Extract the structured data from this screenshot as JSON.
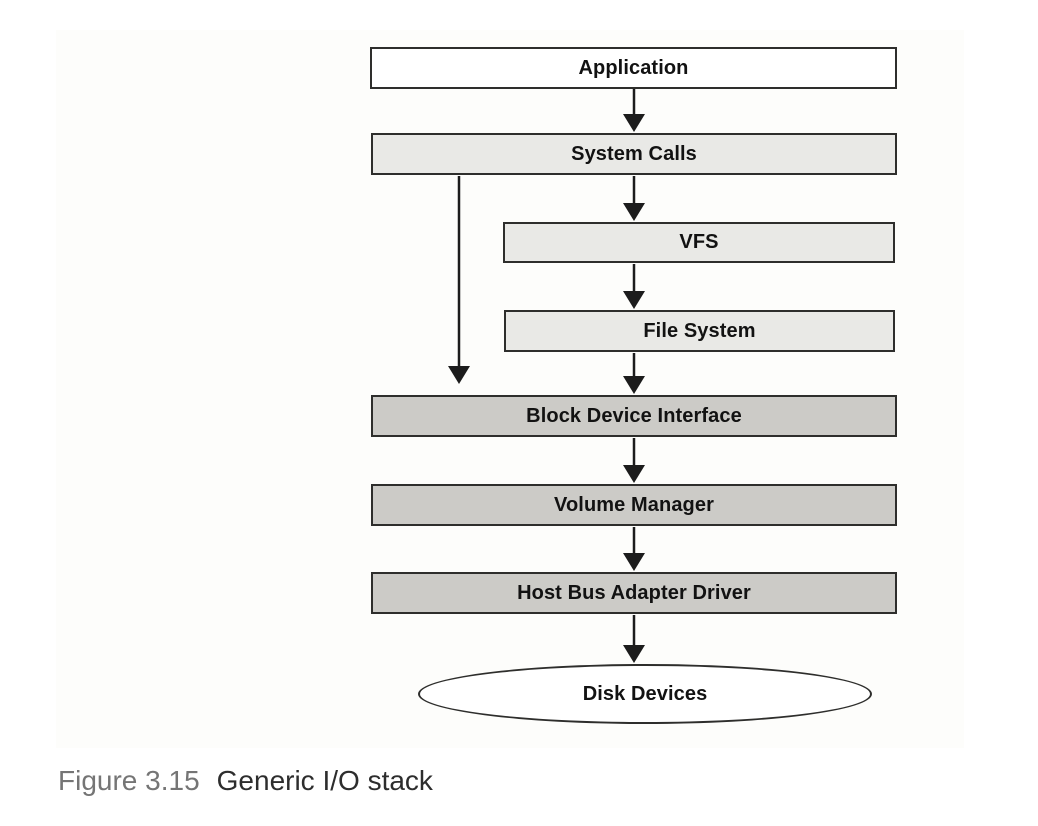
{
  "diagram": {
    "nodes": [
      {
        "id": "application",
        "label": "Application",
        "shape": "box",
        "fill": "white"
      },
      {
        "id": "system-calls",
        "label": "System Calls",
        "shape": "box",
        "fill": "light"
      },
      {
        "id": "vfs",
        "label": "VFS",
        "shape": "box",
        "fill": "light"
      },
      {
        "id": "file-system",
        "label": "File System",
        "shape": "box",
        "fill": "light"
      },
      {
        "id": "block-device-interface",
        "label": "Block Device Interface",
        "shape": "box",
        "fill": "dark"
      },
      {
        "id": "volume-manager",
        "label": "Volume Manager",
        "shape": "box",
        "fill": "dark"
      },
      {
        "id": "host-bus-adapter-driver",
        "label": "Host Bus Adapter Driver",
        "shape": "box",
        "fill": "dark"
      },
      {
        "id": "disk-devices",
        "label": "Disk Devices",
        "shape": "ellipse",
        "fill": "white"
      }
    ],
    "edges": [
      {
        "from": "application",
        "to": "system-calls"
      },
      {
        "from": "system-calls",
        "to": "vfs"
      },
      {
        "from": "vfs",
        "to": "file-system"
      },
      {
        "from": "file-system",
        "to": "block-device-interface"
      },
      {
        "from": "system-calls",
        "to": "block-device-interface"
      },
      {
        "from": "block-device-interface",
        "to": "volume-manager"
      },
      {
        "from": "volume-manager",
        "to": "host-bus-adapter-driver"
      },
      {
        "from": "host-bus-adapter-driver",
        "to": "disk-devices"
      }
    ],
    "colors": {
      "box_border": "#2e2e2c",
      "light_fill": "#e9e9e6",
      "dark_fill": "#cccbc7",
      "white_fill": "#ffffff",
      "arrow": "#1c1c1c"
    }
  },
  "caption": {
    "label": "Figure 3.15",
    "text": "Generic I/O stack"
  }
}
